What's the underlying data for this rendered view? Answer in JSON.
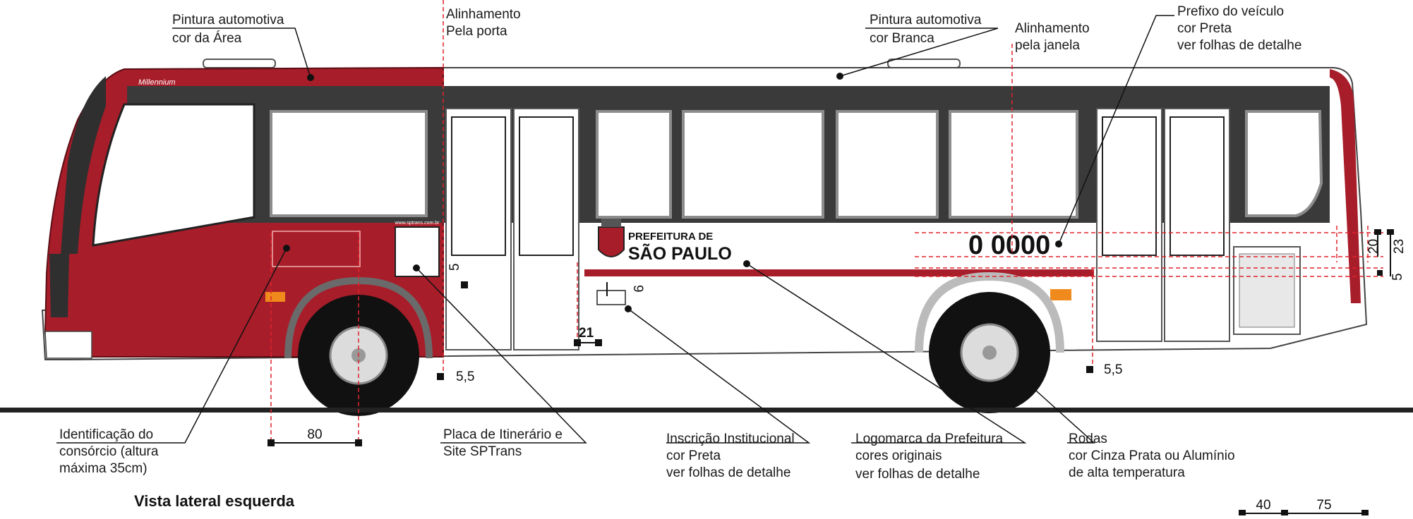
{
  "title": "Vista lateral esquerda",
  "colors": {
    "area_red": "#a81d2a",
    "dark_grey": "#3a3a3a",
    "window_frame": "#8c8c8c",
    "guide_red": "#e0242c",
    "amber": "#f08a1c",
    "ground": "#222222"
  },
  "labels": {
    "pintura_area": [
      "Pintura automotiva",
      "cor da Área"
    ],
    "alinhamento_porta": [
      "Alinhamento",
      "Pela porta"
    ],
    "pintura_branca": [
      "Pintura automotiva",
      "cor Branca"
    ],
    "alinhamento_janela": [
      "Alinhamento",
      "pela janela"
    ],
    "prefixo": [
      "Prefixo do veículo",
      "cor Preta",
      "ver folhas de detalhe"
    ],
    "identificacao": [
      "Identificação do",
      "consórcio (altura",
      "máxima 35cm)"
    ],
    "placa": [
      "Placa de Itinerário e",
      "Site SPTrans"
    ],
    "inscricao": [
      "Inscrição Institucional",
      "cor Preta",
      "ver folhas de detalhe"
    ],
    "logomarca": [
      "Logomarca da Prefeitura",
      "cores originais",
      "ver folhas de detalhe"
    ],
    "rodas": [
      "Rodas",
      "cor Cinza Prata ou Alumínio",
      "de alta temperatura"
    ]
  },
  "bus": {
    "prefix_number": "0 0000",
    "logo_line1": "PREFEITURA DE",
    "logo_line2": "SÃO PAULO",
    "site_text": "www.sptrans.com.br",
    "brand_script": "Millennium"
  },
  "dimensions": {
    "d80": "80",
    "d55_left": "5,5",
    "d55_right": "5,5",
    "d21": "21",
    "d9": "9",
    "d5_left": "5",
    "d20": "20",
    "d23": "23",
    "d5_right": "5",
    "d40": "40",
    "d75": "75"
  }
}
